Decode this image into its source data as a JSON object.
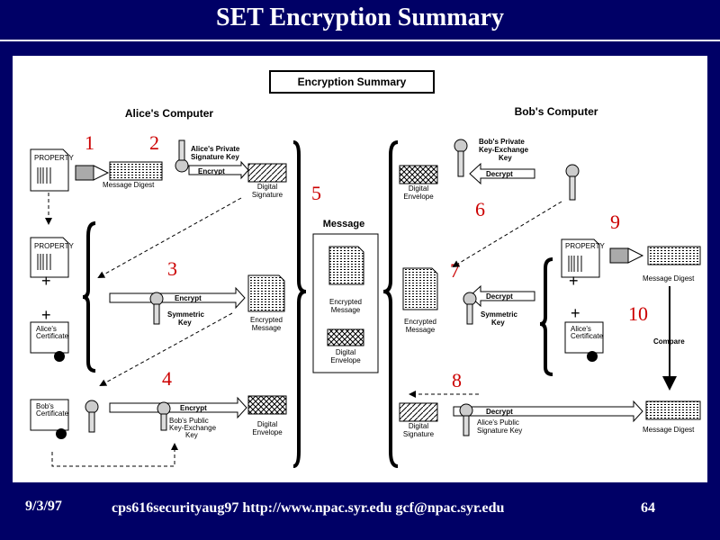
{
  "slide": {
    "title": "SET Encryption Summary",
    "date": "9/3/97",
    "url": "cps616securityaug97 http://www.npac.syr.edu gcf@npac.syr.edu",
    "page": "64"
  },
  "diagram": {
    "box_title": "Encryption Summary",
    "alice_computer": "Alice's Computer",
    "bob_computer": "Bob's Computer",
    "message_heading": "Message",
    "property": "PROPERTY",
    "message_digest": "Message Digest",
    "alice_private_key_1": "Alice's Private",
    "alice_private_key_2": "Signature Key",
    "encrypt": "Encrypt",
    "decrypt": "Decrypt",
    "digital": "Digital",
    "signature": "Signature",
    "envelope": "Envelope",
    "symmetric": "Symmetric",
    "key": "Key",
    "encrypted": "Encrypted",
    "message_word": "Message",
    "alices": "Alice's",
    "bobs": "Bob's",
    "certificate": "Certificate",
    "bob_public_key_1": "Bob's Public",
    "bob_public_key_2": "Key-Exchange",
    "bob_private_key_1": "Bob's Private",
    "bob_private_key_2": "Key-Exchange",
    "alice_public_key_1": "Alice's Public",
    "alice_public_key_2": "Signature Key",
    "compare": "Compare",
    "plus": "+",
    "minus": "–",
    "steps": [
      "1",
      "2",
      "3",
      "4",
      "5",
      "6",
      "7",
      "8",
      "9",
      "10"
    ]
  }
}
